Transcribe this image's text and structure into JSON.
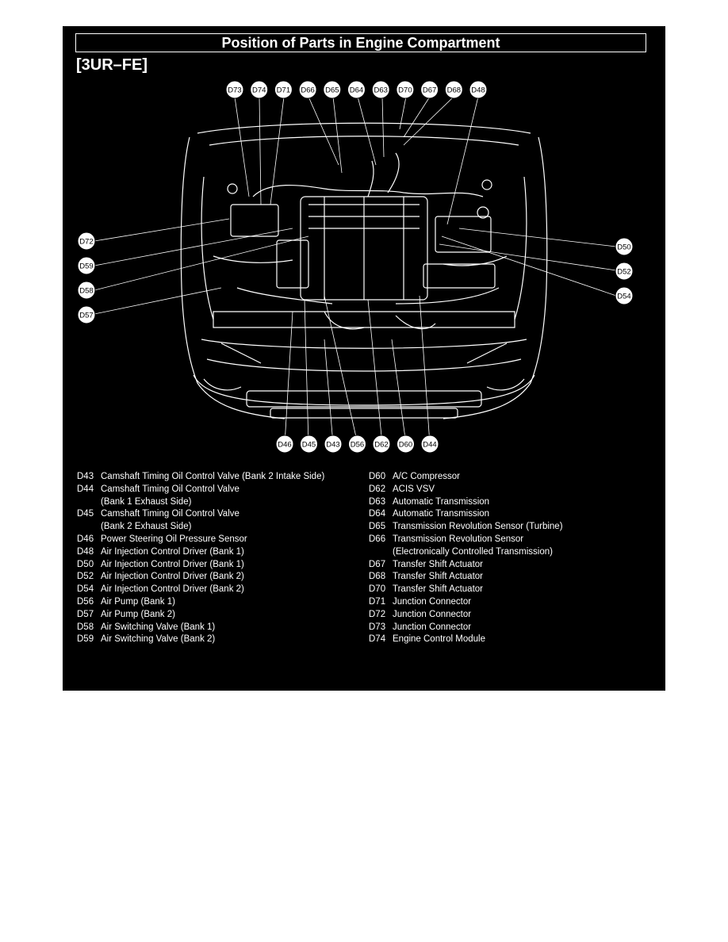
{
  "title": "Position of Parts in Engine Compartment",
  "subtitle": "[3UR–FE]",
  "colors": {
    "background": "#000000",
    "line": "#ffffff",
    "page": "#ffffff"
  },
  "callouts_top": [
    "D73",
    "D74",
    "D71",
    "D66",
    "D65",
    "D64",
    "D63",
    "D70",
    "D67",
    "D68",
    "D48"
  ],
  "callouts_left": [
    "D72",
    "D59",
    "D58",
    "D57"
  ],
  "callouts_right": [
    "D50",
    "D52",
    "D54"
  ],
  "callouts_bottom": [
    "D46",
    "D45",
    "D43",
    "D56",
    "D62",
    "D60",
    "D44"
  ],
  "legend_left": [
    {
      "code": "D43",
      "desc": "Camshaft Timing Oil Control Valve (Bank 2 Intake Side)"
    },
    {
      "code": "D44",
      "desc": "Camshaft Timing Oil Control Valve"
    },
    {
      "code": "",
      "desc": "(Bank 1 Exhaust Side)"
    },
    {
      "code": "D45",
      "desc": "Camshaft Timing Oil Control Valve"
    },
    {
      "code": "",
      "desc": "(Bank 2 Exhaust Side)"
    },
    {
      "code": "D46",
      "desc": "Power Steering Oil Pressure Sensor"
    },
    {
      "code": "D48",
      "desc": "Air Injection Control Driver (Bank 1)"
    },
    {
      "code": "D50",
      "desc": "Air Injection Control Driver (Bank 1)"
    },
    {
      "code": "D52",
      "desc": "Air Injection Control Driver (Bank 2)"
    },
    {
      "code": "D54",
      "desc": "Air Injection Control Driver (Bank 2)"
    },
    {
      "code": "D56",
      "desc": "Air Pump (Bank 1)"
    },
    {
      "code": "D57",
      "desc": "Air Pump (Bank 2)"
    },
    {
      "code": "D58",
      "desc": "Air Switching Valve (Bank 1)"
    },
    {
      "code": "D59",
      "desc": "Air Switching Valve (Bank 2)"
    }
  ],
  "legend_right": [
    {
      "code": "D60",
      "desc": "A/C Compressor"
    },
    {
      "code": "D62",
      "desc": "ACIS VSV"
    },
    {
      "code": "D63",
      "desc": "Automatic Transmission"
    },
    {
      "code": "D64",
      "desc": "Automatic Transmission"
    },
    {
      "code": "D65",
      "desc": "Transmission Revolution Sensor (Turbine)"
    },
    {
      "code": "D66",
      "desc": "Transmission Revolution Sensor"
    },
    {
      "code": "",
      "desc": "(Electronically Controlled Transmission)"
    },
    {
      "code": "D67",
      "desc": "Transfer Shift Actuator"
    },
    {
      "code": "D68",
      "desc": "Transfer Shift Actuator"
    },
    {
      "code": "D70",
      "desc": "Transfer Shift Actuator"
    },
    {
      "code": "D71",
      "desc": "Junction Connector"
    },
    {
      "code": "D72",
      "desc": "Junction Connector"
    },
    {
      "code": "D73",
      "desc": "Junction Connector"
    },
    {
      "code": "D74",
      "desc": "Engine Control Module"
    }
  ]
}
